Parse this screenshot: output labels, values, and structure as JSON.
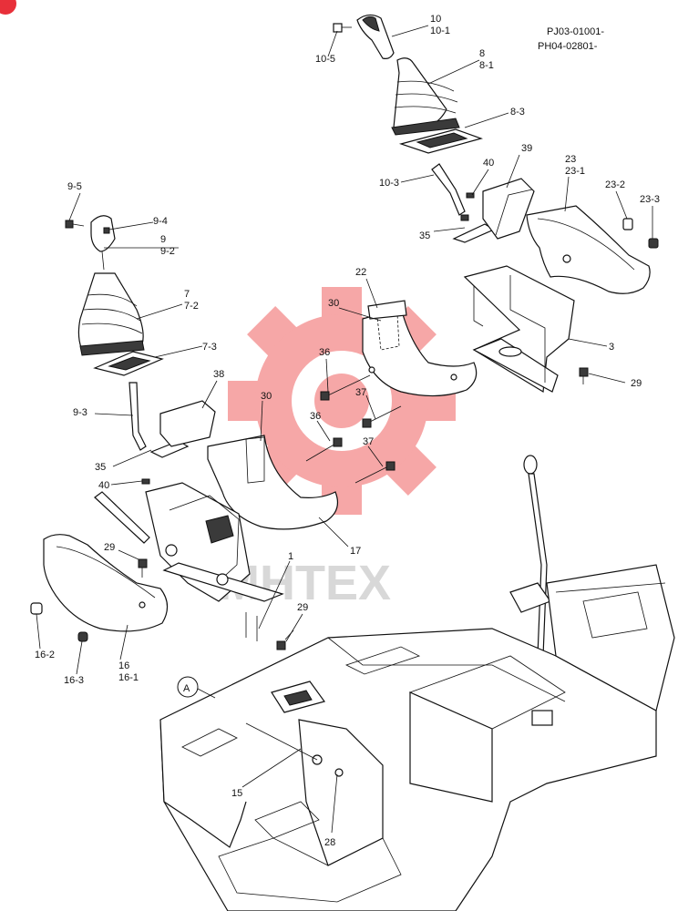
{
  "diagram": {
    "serial_ranges": [
      "PJ03-01001-",
      "PH04-02801-"
    ],
    "view_marker": "A",
    "watermark_text": "MHTEX",
    "watermark_color": "#f06060",
    "corner_badge_color": "#e8303a",
    "callouts": [
      {
        "id": "c-10",
        "text": "10"
      },
      {
        "id": "c-10-1",
        "text": "10-1"
      },
      {
        "id": "c-10-5",
        "text": "10-5"
      },
      {
        "id": "c-8",
        "text": "8"
      },
      {
        "id": "c-8-1",
        "text": "8-1"
      },
      {
        "id": "c-8-3",
        "text": "8-3"
      },
      {
        "id": "c-39",
        "text": "39"
      },
      {
        "id": "c-40a",
        "text": "40"
      },
      {
        "id": "c-10-3",
        "text": "10-3"
      },
      {
        "id": "c-35a",
        "text": "35"
      },
      {
        "id": "c-23",
        "text": "23"
      },
      {
        "id": "c-23-1",
        "text": "23-1"
      },
      {
        "id": "c-23-2",
        "text": "23-2"
      },
      {
        "id": "c-23-3",
        "text": "23-3"
      },
      {
        "id": "c-9-5",
        "text": "9-5"
      },
      {
        "id": "c-9-4",
        "text": "9-4"
      },
      {
        "id": "c-9",
        "text": "9"
      },
      {
        "id": "c-9-2",
        "text": "9-2"
      },
      {
        "id": "c-7",
        "text": "7"
      },
      {
        "id": "c-7-2",
        "text": "7-2"
      },
      {
        "id": "c-7-3",
        "text": "7-3"
      },
      {
        "id": "c-22",
        "text": "22"
      },
      {
        "id": "c-30a",
        "text": "30"
      },
      {
        "id": "c-3",
        "text": "3"
      },
      {
        "id": "c-29a",
        "text": "29"
      },
      {
        "id": "c-36a",
        "text": "36"
      },
      {
        "id": "c-37a",
        "text": "37"
      },
      {
        "id": "c-38",
        "text": "38"
      },
      {
        "id": "c-30b",
        "text": "30"
      },
      {
        "id": "c-9-3",
        "text": "9-3"
      },
      {
        "id": "c-36b",
        "text": "36"
      },
      {
        "id": "c-37b",
        "text": "37"
      },
      {
        "id": "c-35b",
        "text": "35"
      },
      {
        "id": "c-40b",
        "text": "40"
      },
      {
        "id": "c-17",
        "text": "17"
      },
      {
        "id": "c-29b",
        "text": "29"
      },
      {
        "id": "c-1",
        "text": "1"
      },
      {
        "id": "c-29c",
        "text": "29"
      },
      {
        "id": "c-16-2",
        "text": "16-2"
      },
      {
        "id": "c-16",
        "text": "16"
      },
      {
        "id": "c-16-1",
        "text": "16-1"
      },
      {
        "id": "c-16-3",
        "text": "16-3"
      },
      {
        "id": "c-15",
        "text": "15"
      },
      {
        "id": "c-28",
        "text": "28"
      }
    ]
  }
}
